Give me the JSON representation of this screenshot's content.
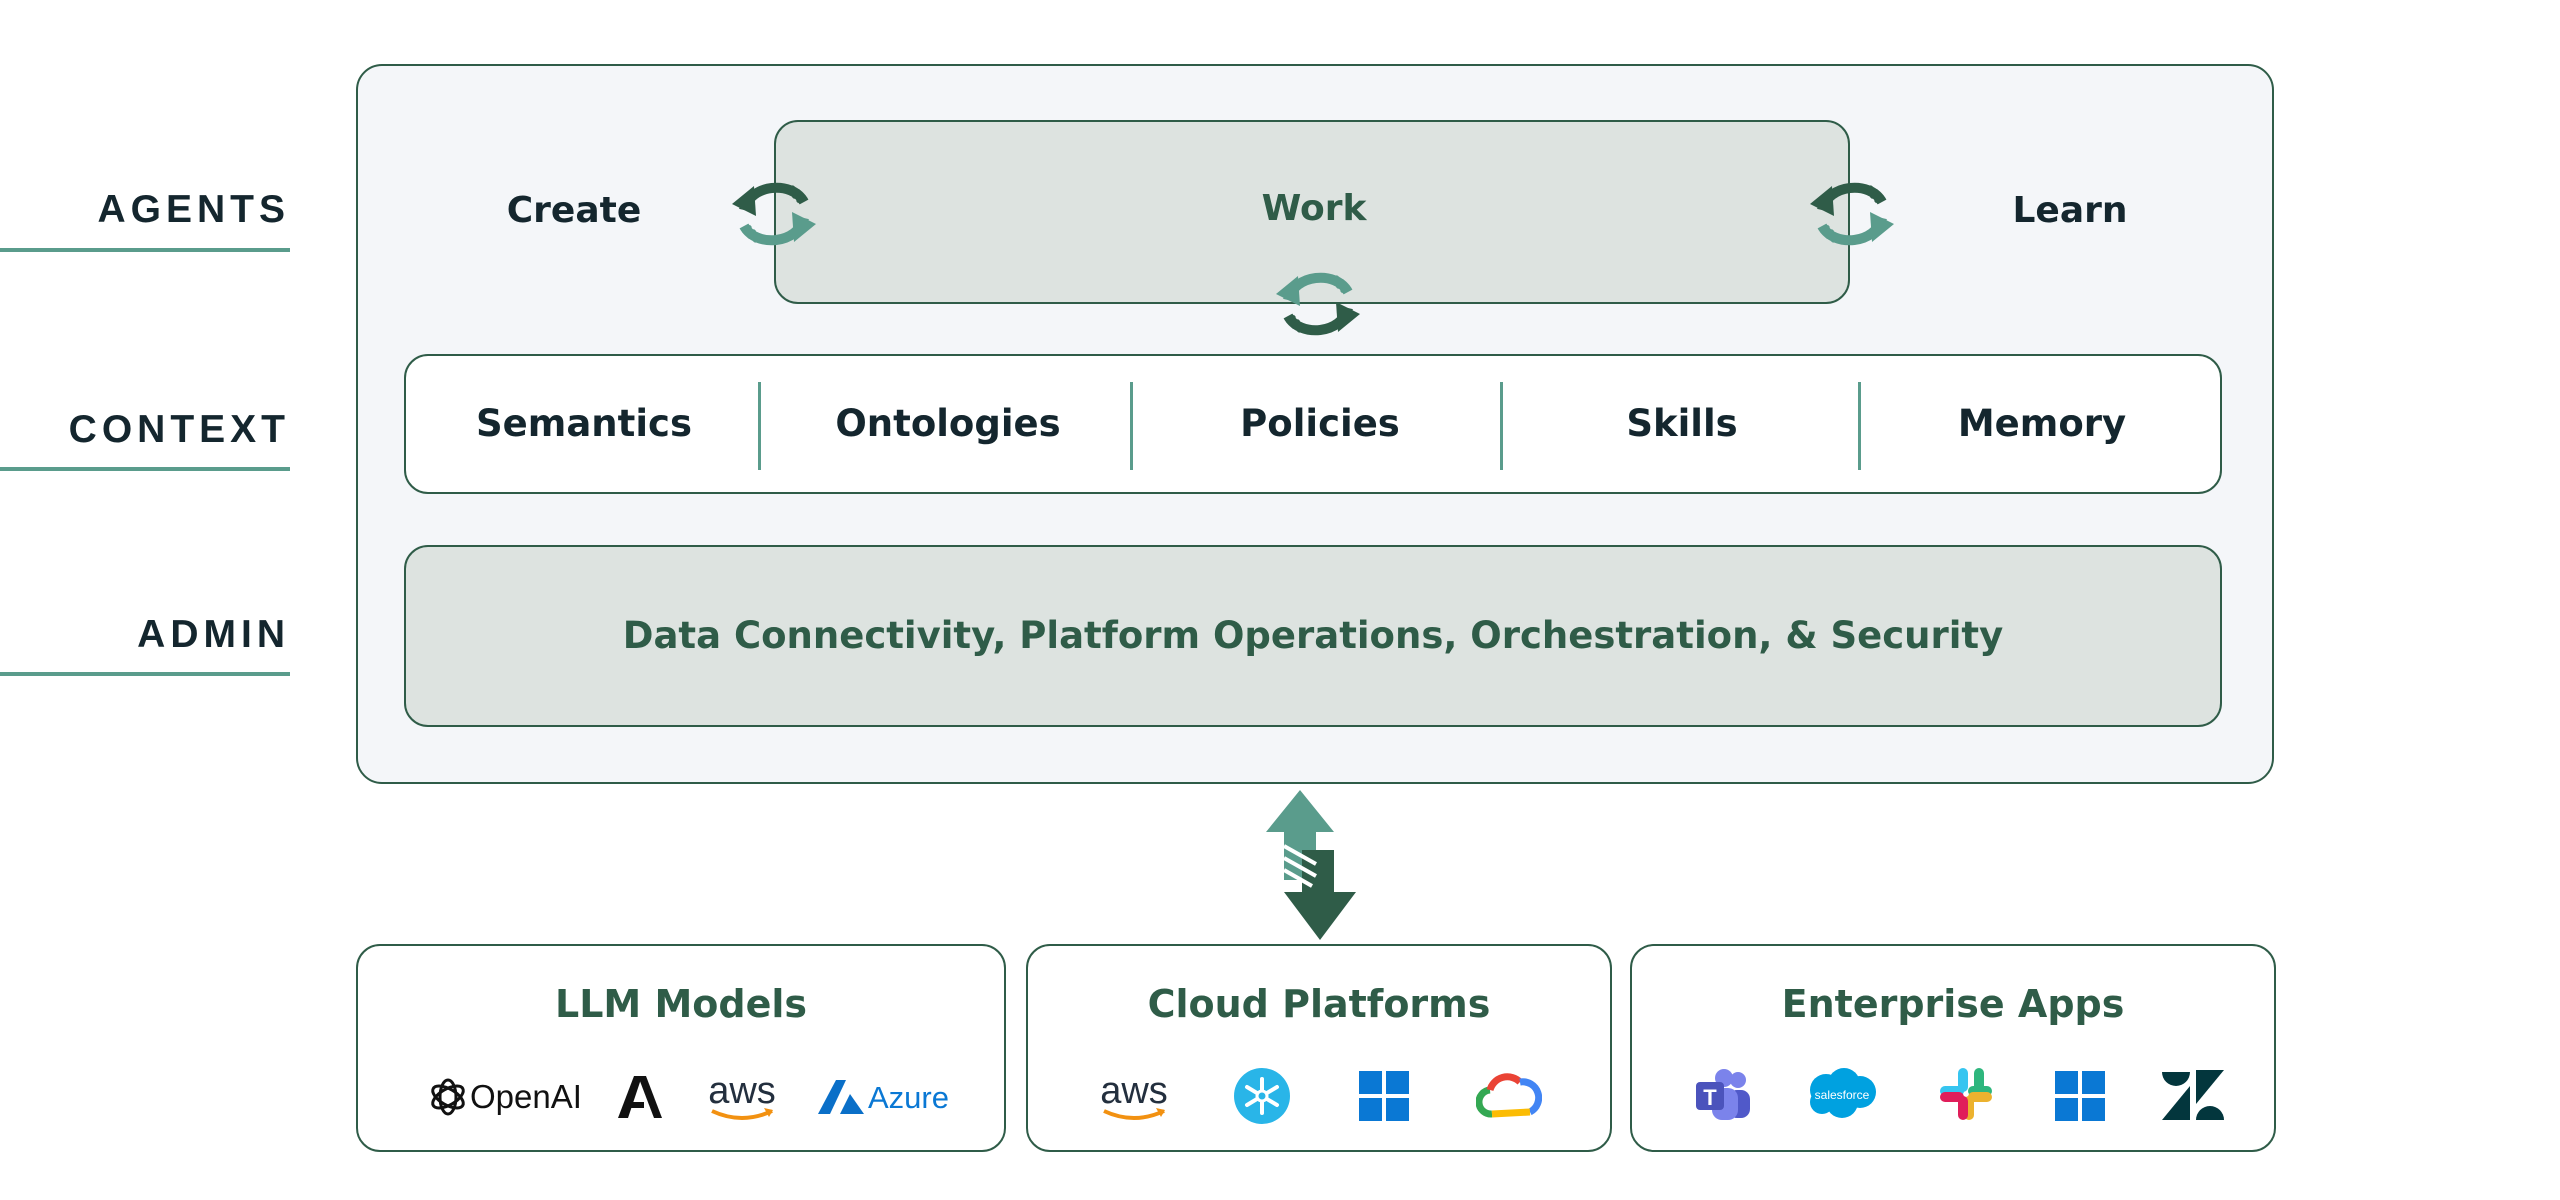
{
  "layers": {
    "agents": "AGENTS",
    "context": "CONTEXT",
    "admin": "ADMIN"
  },
  "agents": {
    "create": "Create",
    "work": "Work",
    "learn": "Learn"
  },
  "context": {
    "items": [
      "Semantics",
      "Ontologies",
      "Policies",
      "Skills",
      "Memory"
    ]
  },
  "admin": {
    "text": "Data Connectivity, Platform Operations, Orchestration, & Security"
  },
  "integrations": {
    "llm": {
      "title": "LLM Models",
      "logos": [
        {
          "icon": "openai-logo",
          "label": "OpenAI"
        },
        {
          "icon": "anthropic-logo"
        },
        {
          "icon": "aws-logo",
          "label": "aws"
        },
        {
          "icon": "azure-logo",
          "label": "Azure"
        }
      ]
    },
    "cloud": {
      "title": "Cloud Platforms",
      "logos": [
        {
          "icon": "aws-logo",
          "label": "aws"
        },
        {
          "icon": "snowflake-logo"
        },
        {
          "icon": "windows-logo"
        },
        {
          "icon": "google-cloud-logo"
        }
      ]
    },
    "apps": {
      "title": "Enterprise Apps",
      "logos": [
        {
          "icon": "teams-logo",
          "label": "T"
        },
        {
          "icon": "salesforce-logo",
          "label": "salesforce"
        },
        {
          "icon": "slack-logo"
        },
        {
          "icon": "windows-logo"
        },
        {
          "icon": "zendesk-logo"
        }
      ]
    }
  },
  "colors": {
    "dark_green": "#2f5c48",
    "teal": "#5a9c8c",
    "panel_bg": "#f4f6f9",
    "box_fill": "#dde3e0",
    "text_dark": "#14262e"
  }
}
